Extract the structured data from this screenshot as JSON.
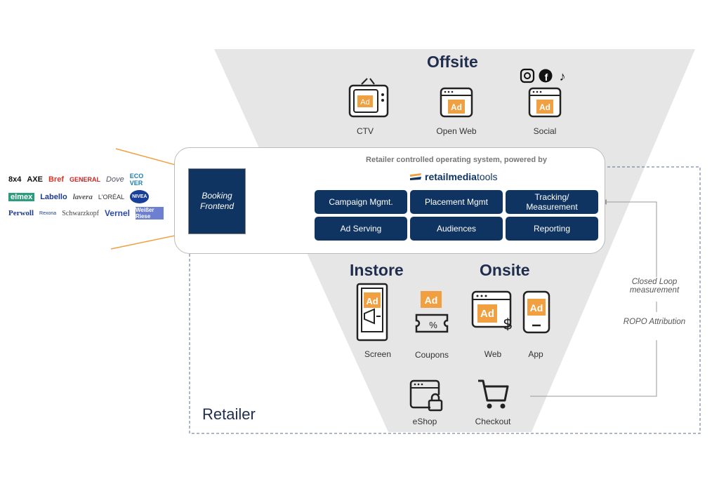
{
  "sections": {
    "offsite": "Offsite",
    "instore": "Instore",
    "onsite": "Onsite",
    "retailer": "Retailer"
  },
  "offsite_channels": [
    {
      "label": "CTV",
      "icon": "tv-icon"
    },
    {
      "label": "Open Web",
      "icon": "browser-icon"
    },
    {
      "label": "Social",
      "icon": "browser-icon"
    }
  ],
  "ad_badge": "Ad",
  "os_card": {
    "caption": "Retailer controlled operating system, powered by",
    "logo_text": "retailmedia",
    "logo_text_light": "tools",
    "modules": [
      "Campaign Mgmt.",
      "Placement Mgmt",
      "Tracking/ Measurement",
      "Ad Serving",
      "Audiences",
      "Reporting"
    ]
  },
  "booking": "Booking Frontend",
  "brands": [
    "8x4",
    "AXE",
    "Bref",
    "GENERAL",
    "Dove",
    "ECO VER",
    "elmex",
    "Labello",
    "lavera",
    "L'ORÉAL",
    "NIVEA",
    "Perwoll",
    "Rexona",
    "Schwarzkopf",
    "Vernel",
    "Weißer Riese"
  ],
  "instore_channels": [
    "Screen",
    "Coupons"
  ],
  "onsite_channels": [
    "Web",
    "App"
  ],
  "bottom_channels": [
    "eShop",
    "Checkout"
  ],
  "loop": {
    "closed": "Closed Loop measurement",
    "ropo": "ROPO Attribution"
  },
  "colors": {
    "navy": "#0f3461",
    "orange": "#f0a040",
    "funnel": "#e6e6e6"
  }
}
